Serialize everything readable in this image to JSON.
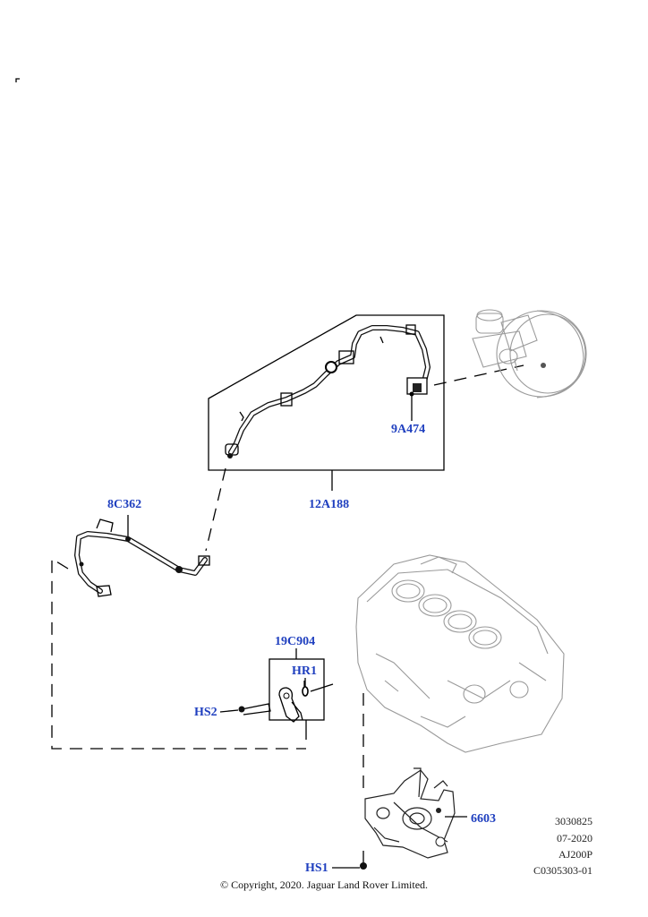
{
  "callouts": {
    "c_8c362": "8C362",
    "c_12a188": "12A188",
    "c_9a474": "9A474",
    "c_19c904": "19C904",
    "c_hr1": "HR1",
    "c_hs2": "HS2",
    "c_6603": "6603",
    "c_hs1": "HS1"
  },
  "meta": {
    "line1": "3030825",
    "line2": "07-2020",
    "line3": "AJ200P",
    "line4": "C0305303-01"
  },
  "copyright": "© Copyright, 2020. Jaguar Land Rover Limited.",
  "colors": {
    "callout": "#1f3fbf",
    "line": "#000000",
    "engine": "#9a9a9a"
  }
}
